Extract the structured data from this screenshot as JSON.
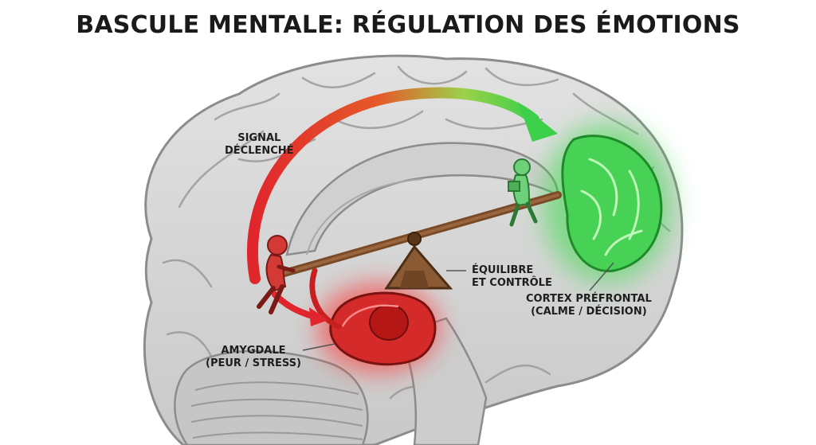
{
  "title": "BASCULE MENTALE: RÉGULATION DES ÉMOTIONS",
  "labels": {
    "signal": [
      "SIGNAL",
      "DÉCLENCHÉ"
    ],
    "balance": [
      "ÉQUILIBRE",
      "ET CONTRÔLE"
    ],
    "cortex": [
      "CORTEX PRÉFRONTAL",
      "(CALME / DÉCISION)"
    ],
    "amygdala": [
      "AMYGDALE",
      "(PEUR / STRESS)"
    ]
  },
  "colors": {
    "fear": "#d9262b",
    "calm": "#3fcf4a",
    "brain": "#d7d7d7",
    "wood": "#8a5a34"
  }
}
